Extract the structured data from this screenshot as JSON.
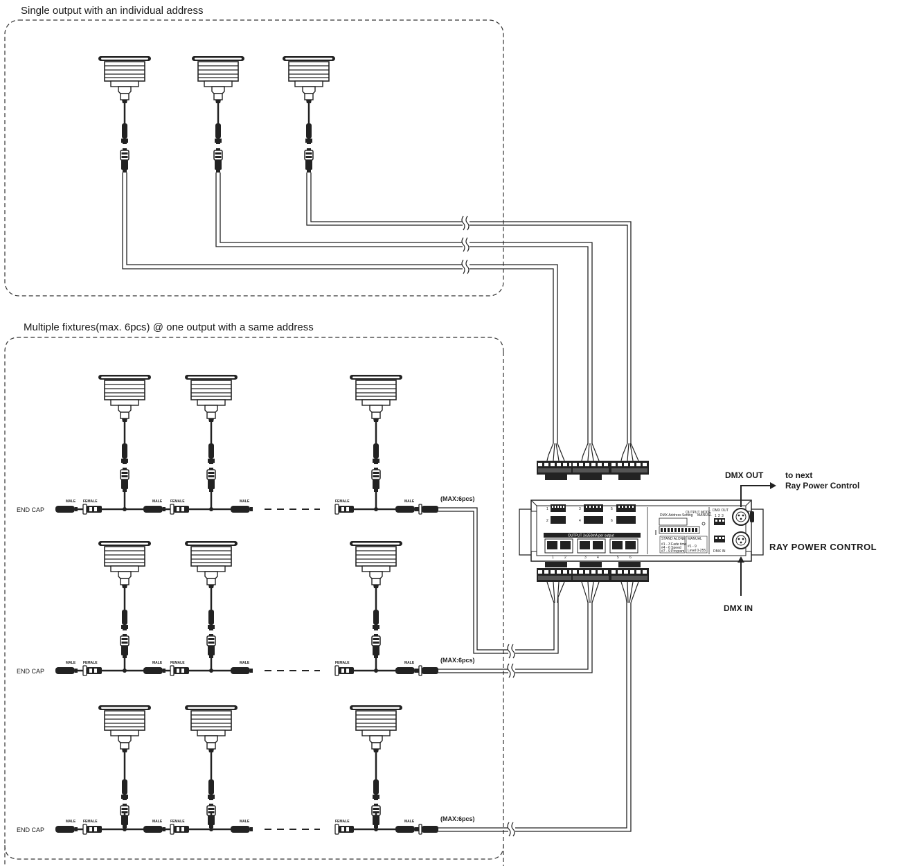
{
  "sections": {
    "single_title": "Single output with an individual address",
    "multi_title": "Multiple fixtures(max. 6pcs) @ one output with a same address"
  },
  "labels": {
    "end_cap": "END CAP",
    "male": "MALE",
    "female": "FEMALE",
    "max": "(MAX:6pcs)",
    "dmx_out": "DMX OUT",
    "dmx_in": "DMX IN",
    "to_next_1": "to next",
    "to_next_2": "Ray Power Control",
    "device_name": "RAY  POWER CONTROL"
  },
  "panel": {
    "output_label": "OUTPUT 3x350mA per output",
    "dmx_address_label": "DMX  Address Setting",
    "output_mode_label": "OUTPUT MODE",
    "manual_label": "MANUAL",
    "stand_alone_label": "STAND ALONE",
    "dmx_out_label": "DMX OUT",
    "dmx_in_label": "DMX IN",
    "sa_line1": "#1 - 3  Fade time",
    "sa_line2": "#4 - 6  Speed",
    "sa_line3": "#7 - 9  Program",
    "man_line1": "#1 - 9",
    "man_line2": "Level 0-255",
    "port_numbers": [
      "1",
      "2",
      "3",
      "4",
      "5",
      "6"
    ],
    "pin_numbers": [
      "1",
      "2",
      "3"
    ]
  }
}
